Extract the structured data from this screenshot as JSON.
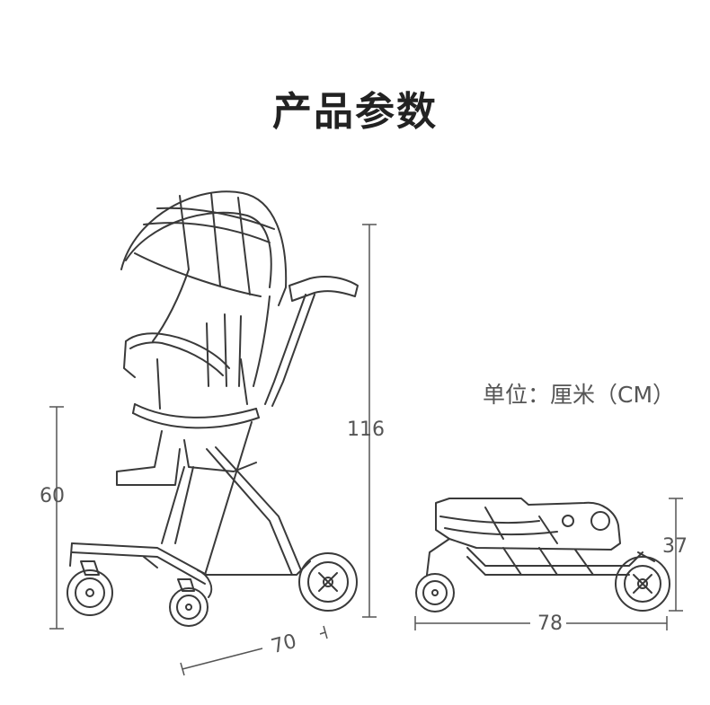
{
  "title": "产品参数",
  "unit_label": "单位：厘米（CM）",
  "dimensions": {
    "height_total": "116",
    "height_seat": "60",
    "length_base": "70",
    "folded_length": "78",
    "folded_height": "37"
  },
  "colors": {
    "line": "#3a3a3a",
    "dimension_line": "#555555"
  }
}
